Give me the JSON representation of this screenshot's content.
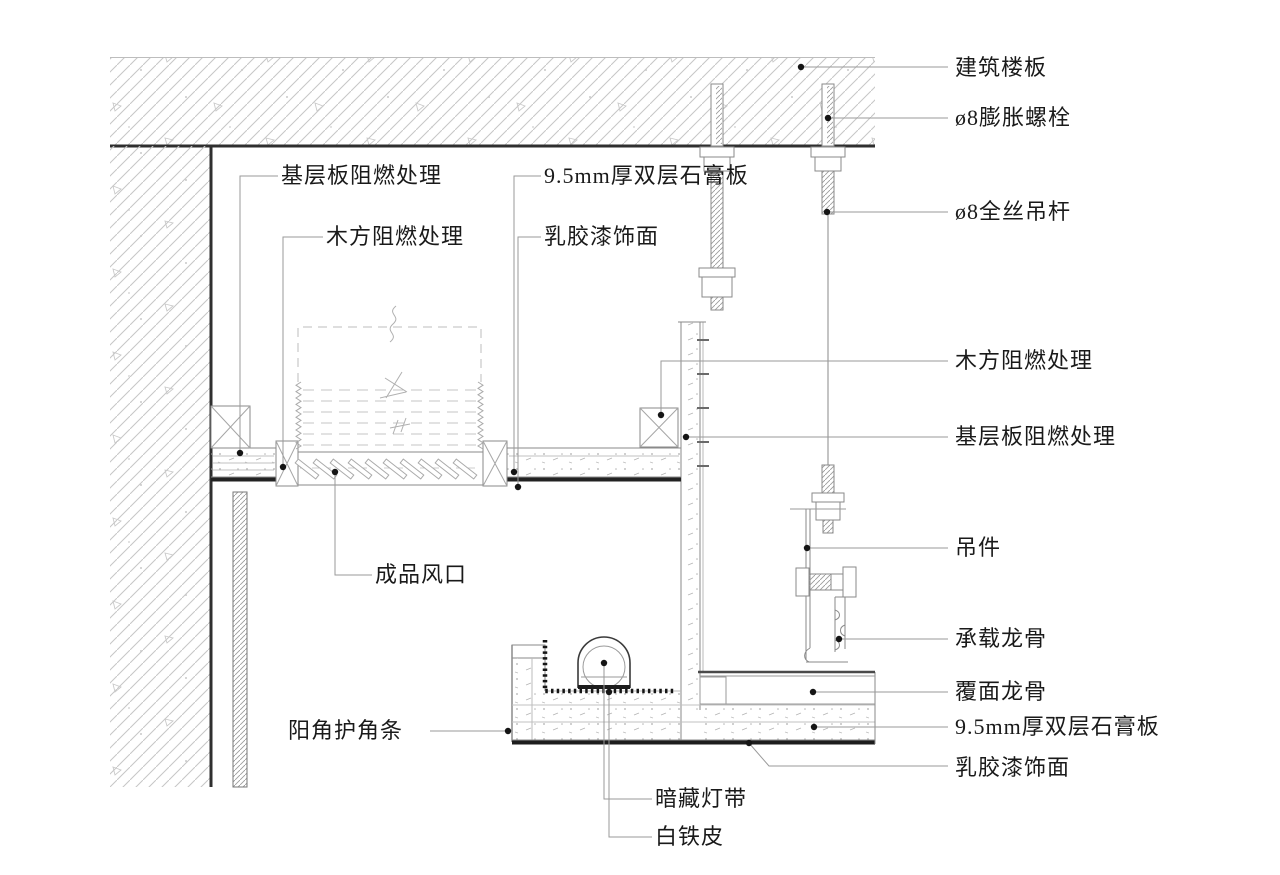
{
  "drawing": {
    "colors": {
      "line_dark": "#2f2f2f",
      "line_medium": "#8a8a8a",
      "leader": "#9a9a9a",
      "hatch_light": "#c3c3c3",
      "text": "#1a1a1a",
      "background": "#ffffff"
    },
    "labels": {
      "right": [
        {
          "id": "building-slab",
          "text": "建筑楼板"
        },
        {
          "id": "expansion-bolt",
          "text": "ø8膨胀螺栓"
        },
        {
          "id": "full-thread-rod",
          "text": "ø8全丝吊杆"
        },
        {
          "id": "wood-fire-treated",
          "text": "木方阻燃处理"
        },
        {
          "id": "baseboard-fire-treated",
          "text": "基层板阻燃处理"
        },
        {
          "id": "hanger-clip",
          "text": "吊件"
        },
        {
          "id": "carrying-channel",
          "text": "承载龙骨"
        },
        {
          "id": "furring-channel",
          "text": "覆面龙骨"
        },
        {
          "id": "double-gypsum-board",
          "text": "9.5mm厚双层石膏板"
        },
        {
          "id": "latex-paint-finish",
          "text": "乳胶漆饰面"
        }
      ],
      "internal": {
        "baseboard_fire_treated": "基层板阻燃处理",
        "wood_fire_treated": "木方阻燃处理",
        "double_gypsum_board": "9.5mm厚双层石膏板",
        "latex_paint_finish": "乳胶漆饰面",
        "finished_air_vent": "成品风口",
        "corner_bead": "阳角护角条",
        "concealed_light_strip": "暗藏灯带",
        "tin_sheet": "白铁皮"
      }
    }
  }
}
